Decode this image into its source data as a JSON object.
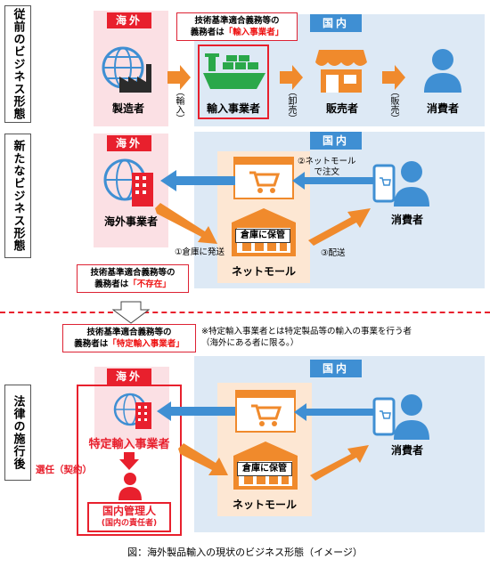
{
  "sections": {
    "before": "従前のビジネス形態",
    "new": "新たなビジネス形態",
    "after": "法律の施行後"
  },
  "tags": {
    "overseas": "海外",
    "domestic": "国内"
  },
  "before": {
    "note_line1": "技術基準適合義務等の",
    "note_line2_prefix": "義務者は",
    "note_line2_red": "「輸入事業者」",
    "manufacturer": "製造者",
    "importer": "輸入事業者",
    "seller": "販売者",
    "consumer": "消費者",
    "arrow1": "（輸入）",
    "arrow2": "（卸売）",
    "arrow3": "（販売）"
  },
  "new": {
    "overseas_business": "海外事業者",
    "mall": "ネットモール",
    "warehouse": "倉庫に保管",
    "consumer": "消費者",
    "order_line1": "②ネットモール",
    "order_line2": "で注文",
    "ship_warehouse": "①倉庫に発送",
    "delivery": "③配送",
    "note_line1": "技術基準適合義務等の",
    "note_line2_prefix": "義務者は",
    "note_line2_red": "「不存在」"
  },
  "after": {
    "note_line1": "技術基準適合義務等の",
    "note_line2_prefix": "義務者は",
    "note_line2_red": "「特定輸入事業者」",
    "footnote1": "※特定輸入事業者とは特定製品等の輸入の事業を行う者",
    "footnote2": "（海外にある者に限る。）",
    "specified_importer": "特定輸入事業者",
    "appoint": "選任（契約）",
    "domestic_manager": "国内管理人",
    "domestic_manager_sub": "(国内の責任者)",
    "mall": "ネットモール",
    "warehouse": "倉庫に保管",
    "consumer": "消費者"
  },
  "caption": "図：海外製品輸入の現状のビジネス形態（イメージ）",
  "colors": {
    "red": "#e8202d",
    "blue": "#3f8fd3",
    "orange": "#f08a2c",
    "pink": "#fbe0e4",
    "lightblue": "#dde9f5",
    "green": "#2aa84a"
  }
}
